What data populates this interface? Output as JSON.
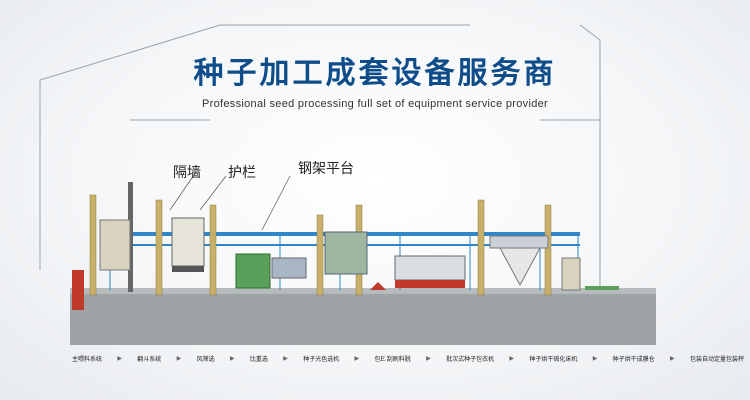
{
  "title": "种子加工成套设备服务商",
  "subtitle": "Professional seed processing full set of equipment service provider",
  "callouts": {
    "partition_wall": "隔墙",
    "guardrail": "护栏",
    "steel_platform": "钢架平台"
  },
  "process_steps": [
    "主喂料系统",
    "翻斗系统",
    "风筛选",
    "比重选",
    "种子光色选机",
    "包E 刮刷料脱",
    "批次式种子包衣机",
    "种子烘干硫化床机",
    "种子烘干成膜仓",
    "包装自动定量包装秤"
  ],
  "colors": {
    "title": "#0f4d8a",
    "floor": "#9ea3a6",
    "platform": "#2f86c8",
    "machine_green": "#5aa05a",
    "elevator_beige": "#c9b06a"
  }
}
